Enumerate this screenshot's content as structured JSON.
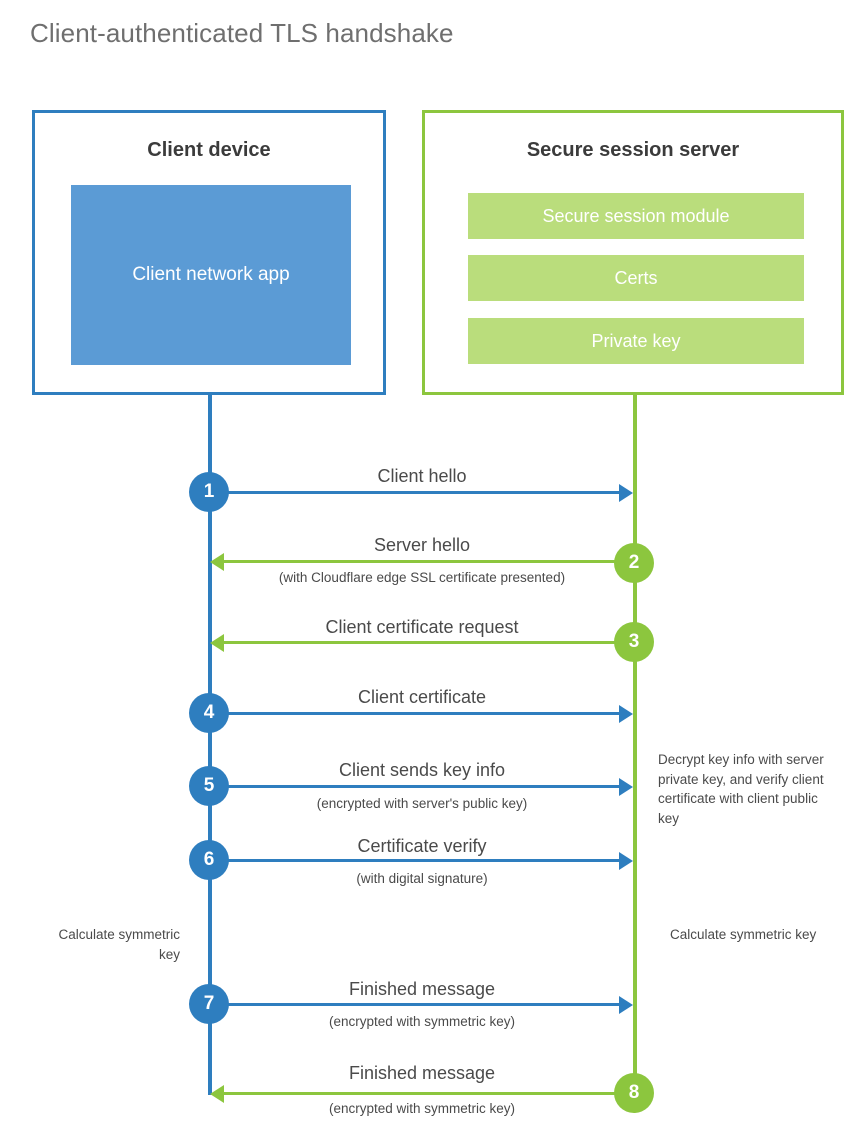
{
  "title": "Client-authenticated TLS handshake",
  "colors": {
    "blue_stroke": "#2E7EBF",
    "blue_fill": "#5B9BD5",
    "green_stroke": "#8CC63E",
    "green_fill": "#BADD7C",
    "text": "#4a4a4a",
    "title_text": "#6f6f6f",
    "heading_text": "#3b3b3b"
  },
  "client": {
    "title": "Client device",
    "app_label": "Client network app"
  },
  "server": {
    "title": "Secure session server",
    "items": [
      {
        "label": "Secure session module"
      },
      {
        "label": "Certs"
      },
      {
        "label": "Private key"
      }
    ]
  },
  "steps": [
    {
      "number": "1",
      "direction": "client-to-server",
      "label": "Client hello",
      "sub": ""
    },
    {
      "number": "2",
      "direction": "server-to-client",
      "label": "Server hello",
      "sub": "(with Cloudflare edge SSL certificate presented)"
    },
    {
      "number": "3",
      "direction": "server-to-client",
      "label": "Client certificate request",
      "sub": ""
    },
    {
      "number": "4",
      "direction": "client-to-server",
      "label": "Client certificate",
      "sub": ""
    },
    {
      "number": "5",
      "direction": "client-to-server",
      "label": "Client sends key info",
      "sub": "(encrypted with server's public key)"
    },
    {
      "number": "6",
      "direction": "client-to-server",
      "label": "Certificate verify",
      "sub": "(with digital signature)"
    },
    {
      "number": "7",
      "direction": "client-to-server",
      "label": "Finished message",
      "sub": "(encrypted with symmetric key)"
    },
    {
      "number": "8",
      "direction": "server-to-client",
      "label": "Finished message",
      "sub": "(encrypted with symmetric key)"
    }
  ],
  "notes": {
    "server_decrypt": "Decrypt key info with server private key, and verify client certificate with client public key",
    "client_calculate": "Calculate symmetric key",
    "server_calculate": "Calculate symmetric key"
  }
}
